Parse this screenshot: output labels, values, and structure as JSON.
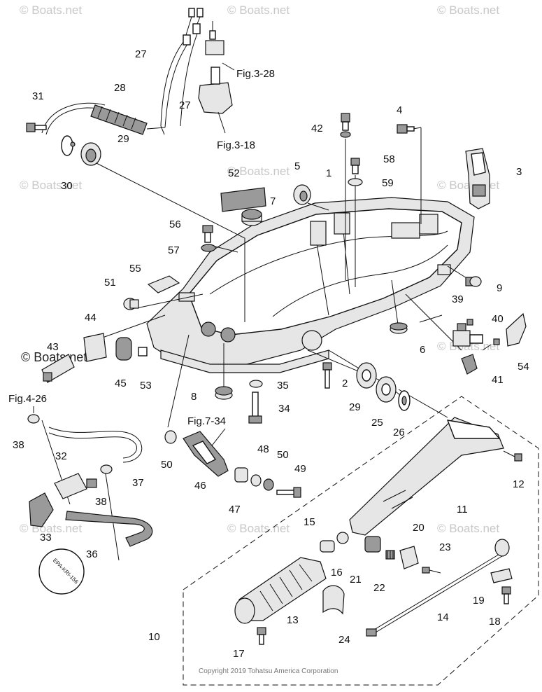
{
  "watermark": "© Boats.net",
  "copyright": "Copyright 2019 Tohatsu America Corporation",
  "epa_tag": "EPA-KRI-156",
  "figure_refs": [
    "Fig.3-28",
    "Fig.3-18",
    "Fig.4-26",
    "Fig.7-34"
  ],
  "callouts": [
    "1",
    "2",
    "3",
    "4",
    "5",
    "6",
    "7",
    "8",
    "9",
    "10",
    "11",
    "12",
    "13",
    "14",
    "15",
    "16",
    "17",
    "18",
    "19",
    "20",
    "21",
    "22",
    "23",
    "24",
    "25",
    "26",
    "27",
    "27",
    "28",
    "29",
    "29",
    "30",
    "31",
    "32",
    "33",
    "34",
    "35",
    "36",
    "37",
    "38",
    "38",
    "39",
    "40",
    "41",
    "42",
    "43",
    "44",
    "45",
    "46",
    "47",
    "48",
    "49",
    "50",
    "50",
    "51",
    "52",
    "53",
    "54",
    "55",
    "56",
    "57",
    "58",
    "59"
  ]
}
